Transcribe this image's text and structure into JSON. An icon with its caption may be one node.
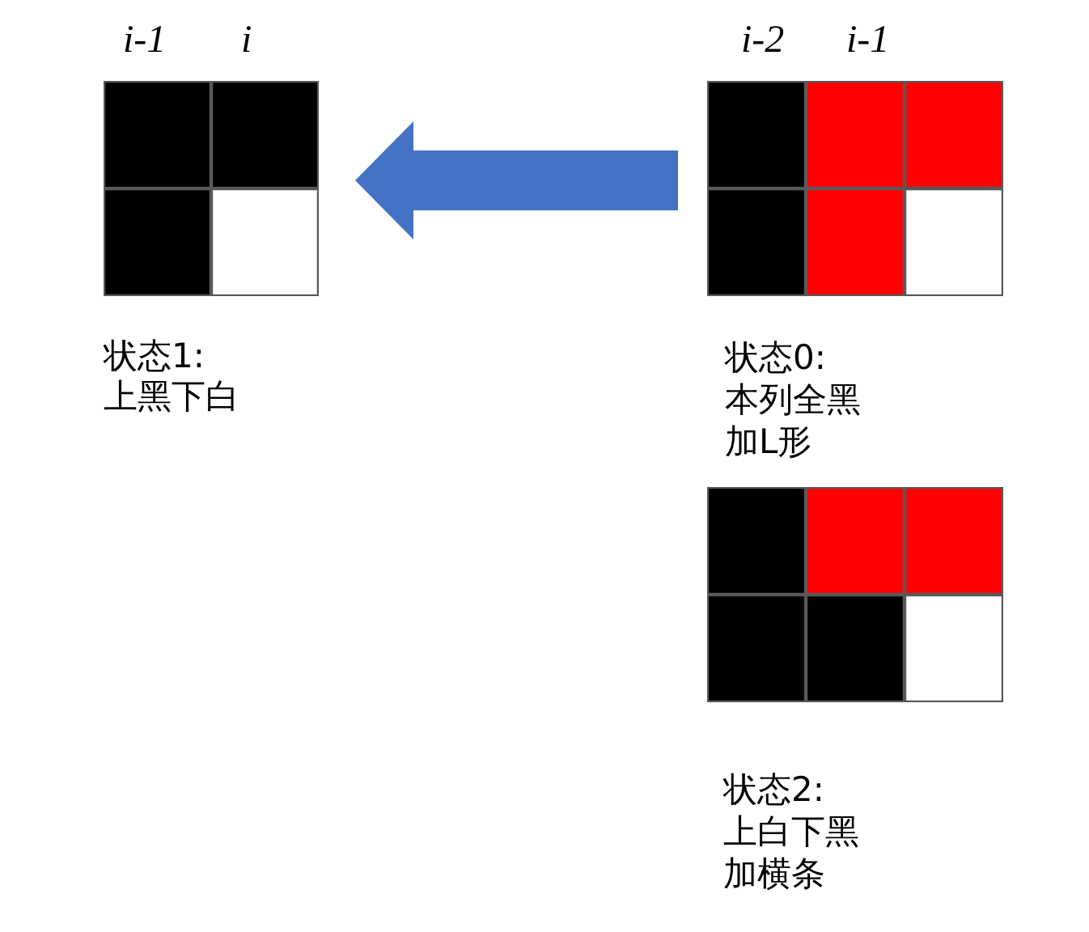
{
  "diagram": {
    "nodes": [
      {
        "text": [],
        "shape": "grid",
        "beside": [
          "i-1",
          "i",
          "状态1:",
          "上黑下白"
        ]
      },
      {
        "text": [],
        "shape": "grid",
        "beside": [
          "i-2",
          "i-1",
          "状态0:",
          "本列全黑加L形"
        ]
      },
      {
        "text": [],
        "shape": "grid",
        "beside": [
          "状态2:",
          "上白下黑加横条"
        ]
      }
    ],
    "edges": [
      {
        "from": 1,
        "to": 0,
        "arrow": "to"
      }
    ]
  }
}
